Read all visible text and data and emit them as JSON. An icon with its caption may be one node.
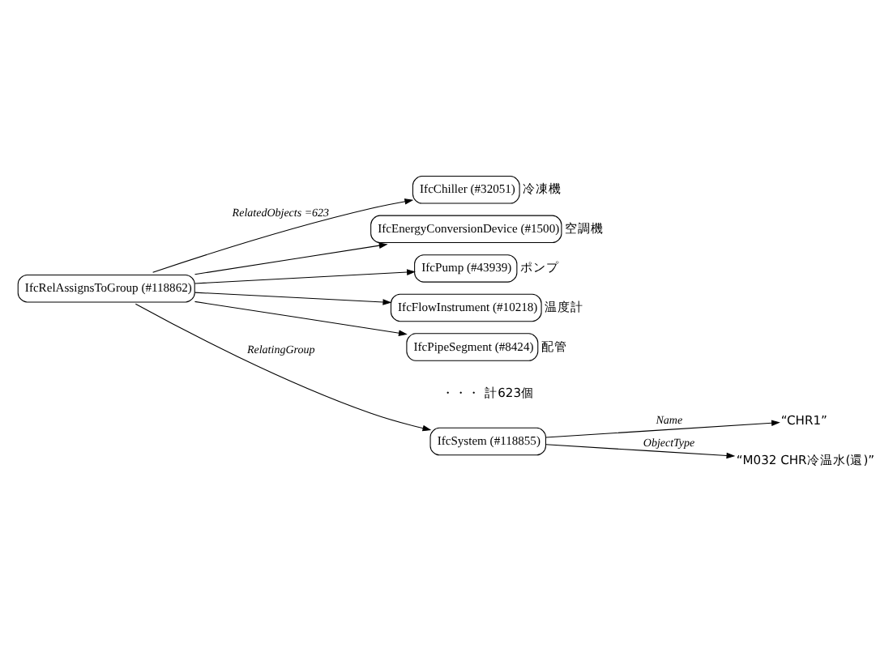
{
  "diagram": {
    "nodes": [
      {
        "text": [
          "IfcRelAssignsToGroup (#118862)"
        ]
      },
      {
        "text": [
          "IfcChiller (#32051)"
        ],
        "beside": [
          "冷凍機"
        ]
      },
      {
        "text": [
          "IfcEnergyConversionDevice (#1500)"
        ],
        "beside": [
          "空調機"
        ]
      },
      {
        "text": [
          "IfcPump (#43939)"
        ],
        "beside": [
          "ポンプ"
        ]
      },
      {
        "text": [
          "IfcFlowInstrument (#10218)"
        ],
        "beside": [
          "温度計"
        ]
      },
      {
        "text": [
          "IfcPipeSegment (#8424)"
        ],
        "beside": [
          "配管"
        ]
      },
      {
        "text": [
          "IfcSystem (#118855)"
        ]
      },
      {
        "text": [
          "“CHR1”"
        ]
      },
      {
        "text": [
          "“M032 CHR冷温水(還)”"
        ]
      }
    ],
    "edges": [
      {
        "from": 0,
        "to": 1,
        "arrow": "to",
        "label": "RelatedObjects =623"
      },
      {
        "from": 0,
        "to": 2,
        "arrow": "to"
      },
      {
        "from": 0,
        "to": 3,
        "arrow": "to"
      },
      {
        "from": 0,
        "to": 4,
        "arrow": "to"
      },
      {
        "from": 0,
        "to": 5,
        "arrow": "to"
      },
      {
        "from": 0,
        "to": 6,
        "arrow": "to",
        "label": "RelatingGroup"
      },
      {
        "from": 6,
        "to": 7,
        "arrow": "to",
        "label": "Name"
      },
      {
        "from": 6,
        "to": 8,
        "arrow": "to",
        "label": "ObjectType"
      }
    ],
    "labels": [
      "・・・ 計623個"
    ]
  }
}
